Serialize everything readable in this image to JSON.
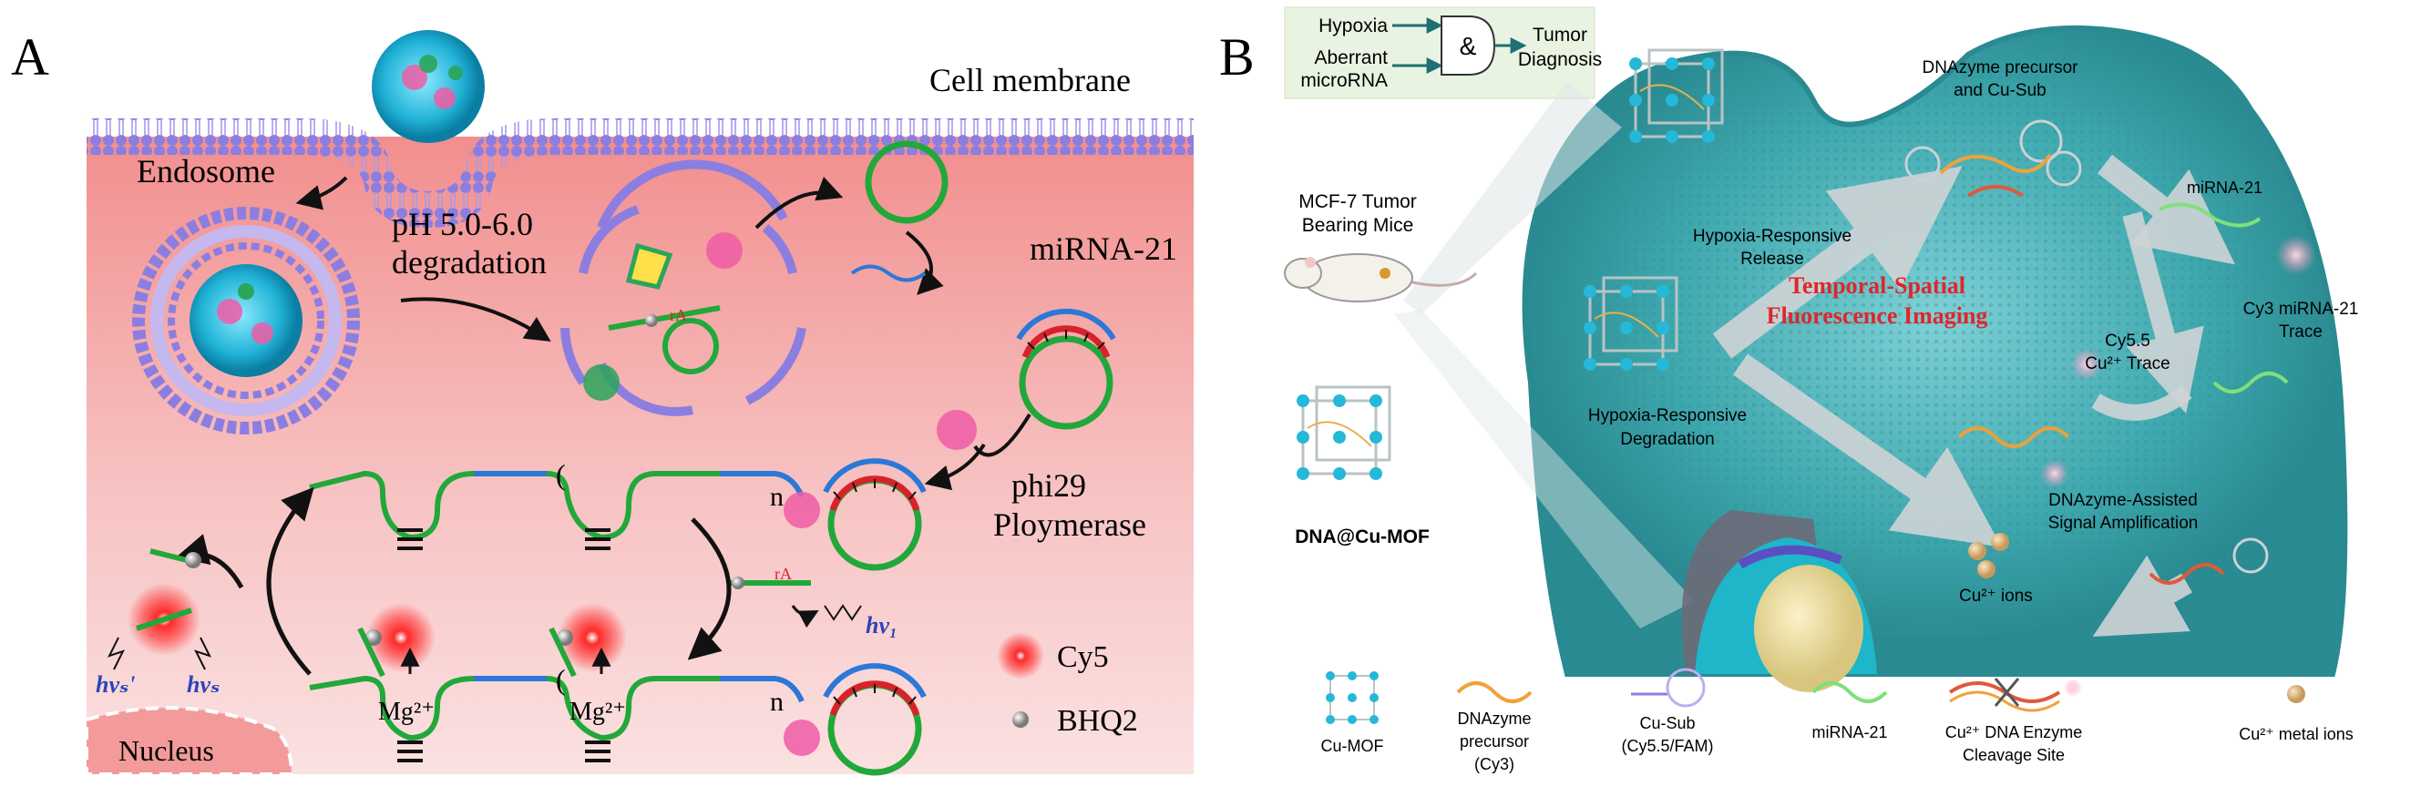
{
  "panel_a": {
    "letter": "A",
    "labels": {
      "cell_membrane": "Cell membrane",
      "endosome": "Endosome",
      "ph_line1": "pH 5.0-6.0",
      "ph_line2": "degradation",
      "mirna": "miRNA-21",
      "phi29_line1": "phi29",
      "phi29_line2": "Ploymerase",
      "nucleus": "Nucleus",
      "mg_left": "Mg²⁺",
      "mg_right": "Mg²⁺",
      "n_upper": "n",
      "n_lower": "n",
      "ra_upper": "rA",
      "ra_lower": "rA",
      "hv1": "hv₁",
      "hv_a": "hvₛ'",
      "hv_b": "hvₛ"
    },
    "legend": [
      {
        "label": "Cy5",
        "marker": "red-glow"
      },
      {
        "label": "BHQ2",
        "marker": "grey-sphere"
      }
    ]
  },
  "panel_b": {
    "letter": "B",
    "logic_box": {
      "input1": "Hypoxia",
      "input2_line1": "Aberrant",
      "input2_line2": "microRNA",
      "gate": "&",
      "output_line1": "Tumor",
      "output_line2": "Diagnosis"
    },
    "labels": {
      "mice_line1": "MCF-7 Tumor",
      "mice_line2": "Bearing Mice",
      "dna_cu_mof": "DNA@Cu-MOF",
      "precursor_line1": "DNAzyme precursor",
      "precursor_line2": "and Cu-Sub",
      "mirna": "miRNA-21",
      "release_line1": "Hypoxia-Responsive",
      "release_line2": "Release",
      "imaging_line1": "Temporal-Spatial",
      "imaging_line2": "Fluorescence Imaging",
      "cy55_line1": "Cy5.5",
      "cy55_line2": "Cu²⁺ Trace",
      "cy3_line1": "Cy3 miRNA-21",
      "cy3_line2": "Trace",
      "degradation_line1": "Hypoxia-Responsive",
      "degradation_line2": "Degradation",
      "amp_line1": "DNAzyme-Assisted",
      "amp_line2": "Signal Amplification",
      "ions": "Cu²⁺ ions"
    },
    "legend": [
      {
        "lines": [
          "Cu-MOF"
        ],
        "icon": "mof-cube-icon"
      },
      {
        "lines": [
          "DNAzyme",
          "precursor",
          "(Cy3)"
        ],
        "icon": "dnazyme-precursor-icon"
      },
      {
        "lines": [
          "Cu-Sub",
          "(Cy5.5/FAM)"
        ],
        "icon": "cu-sub-icon"
      },
      {
        "lines": [
          "miRNA-21"
        ],
        "icon": "mirna-icon"
      },
      {
        "lines": [
          "Cu²⁺ DNA Enzyme",
          "Cleavage Site"
        ],
        "icon": "cleavage-site-icon"
      },
      {
        "lines": [
          "Cu²⁺ metal ions"
        ],
        "icon": "cu-ion-icon"
      }
    ]
  },
  "colors": {
    "cytoplasm": "#f6b9b9",
    "membrane": "#8c7ee0",
    "dna_green": "#22a83a",
    "hybrid_red": "#d8222b",
    "mirna_blue": "#2b78d8",
    "cell_teal": "#3aa6ab",
    "imaging_red": "#e0262b"
  }
}
